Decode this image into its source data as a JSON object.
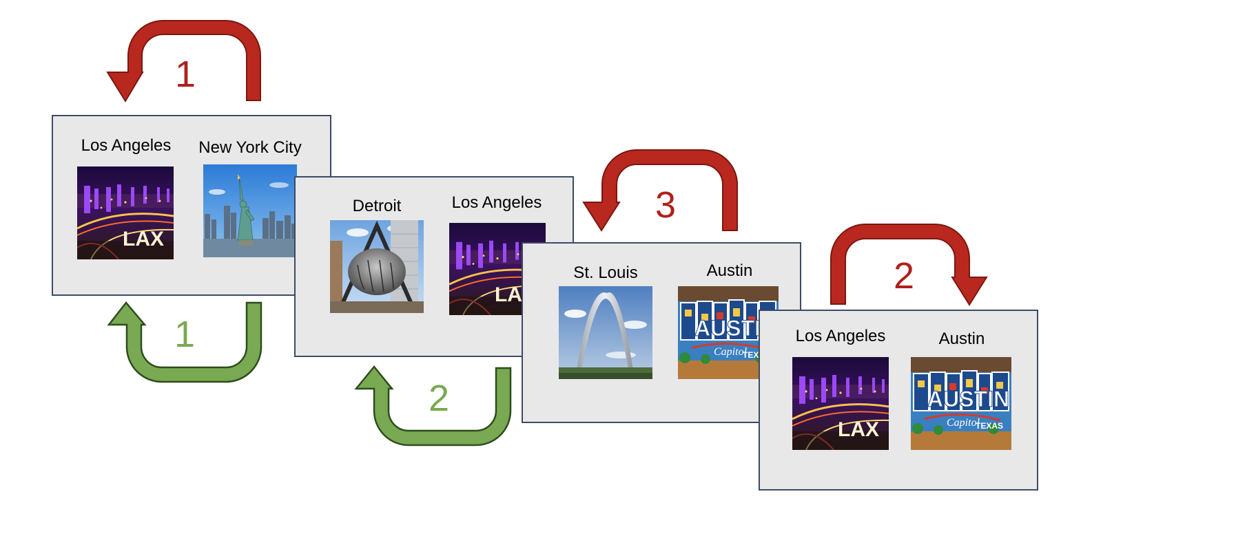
{
  "colors": {
    "red_arrow_fill": "#b8281f",
    "red_arrow_stroke": "#7a1710",
    "red_number": "#b0201b",
    "green_arrow_fill": "#79a952",
    "green_arrow_stroke": "#2d4d1c",
    "green_number": "#79a952",
    "panel_fill": "#e8e8e9",
    "panel_border": "#3d4a64"
  },
  "arrows": {
    "red_top_1": {
      "number": "1"
    },
    "green_bottom_1": {
      "number": "1"
    },
    "green_bottom_2": {
      "number": "2"
    },
    "red_top_3": {
      "number": "3"
    },
    "red_top_2": {
      "number": "2"
    }
  },
  "panels": [
    {
      "left_label": "Los Angeles",
      "right_label": "New York City",
      "left_photo": "lax-sign-photo",
      "right_photo": "statue-of-liberty-photo"
    },
    {
      "left_label": "Detroit",
      "right_label": "Los Angeles",
      "left_photo": "joe-louis-fist-photo",
      "right_photo": "lax-sign-photo"
    },
    {
      "left_label": "St. Louis",
      "right_label": "Austin",
      "left_photo": "gateway-arch-photo",
      "right_photo": "austin-postcard-mural-photo"
    },
    {
      "left_label": "Los Angeles",
      "right_label": "Austin",
      "left_photo": "lax-sign-photo",
      "right_photo": "austin-postcard-mural-photo"
    }
  ],
  "photo_text": {
    "lax": "LAX",
    "austin": "AUSTIN",
    "capitol": "Capitol",
    "texas": "TEXAS"
  }
}
